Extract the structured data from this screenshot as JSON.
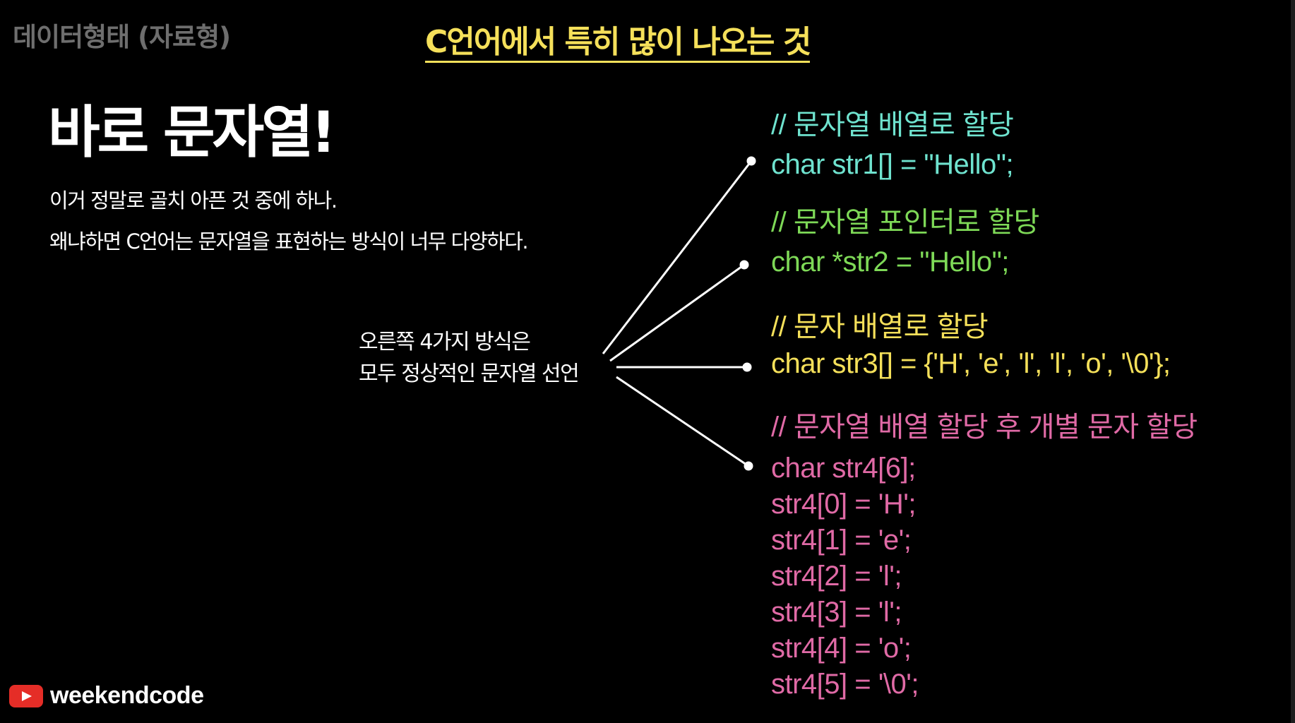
{
  "slide": {
    "section_header": "데이터형태 (자료형)",
    "title": "C언어에서 특히 많이 나오는 것",
    "headline": "바로 문자열!",
    "description": [
      "이거 정말로 골치 아픈 것 중에 하나.",
      "왜냐하면 C언어는 문자열을 표현하는 방식이 너무 다양하다."
    ],
    "note": [
      "오른쪽 4가지 방식은",
      "모두 정상적인 문자열 선언"
    ]
  },
  "code_examples": [
    {
      "comment": "// 문자열 배열로 할당",
      "lines": [
        "char str1[] = \"Hello\";"
      ],
      "color": "#6fe3cf"
    },
    {
      "comment": "// 문자열 포인터로 할당",
      "lines": [
        "char *str2 = \"Hello\";"
      ],
      "color": "#7ed957"
    },
    {
      "comment": "// 문자 배열로 할당",
      "lines": [
        "char str3[] = {'H', 'e', 'l', 'l', 'o', '\\0'};"
      ],
      "color": "#f5e05a"
    },
    {
      "comment": "// 문자열 배열 할당 후 개별 문자 할당",
      "lines": [
        "char str4[6];",
        "str4[0] = 'H';",
        "str4[1] = 'e';",
        "str4[2] = 'l';",
        "str4[3] = 'l';",
        "str4[4] = 'o';",
        "str4[5] = '\\0';"
      ],
      "color": "#e06aa6"
    }
  ],
  "branding": {
    "icon": "youtube-play-icon",
    "channel_name": "weekendcode",
    "icon_color": "#e52d27"
  },
  "colors": {
    "background": "#000000",
    "title": "#f5e05a",
    "section_header": "#6e6e6e",
    "connector": "#ffffff"
  }
}
